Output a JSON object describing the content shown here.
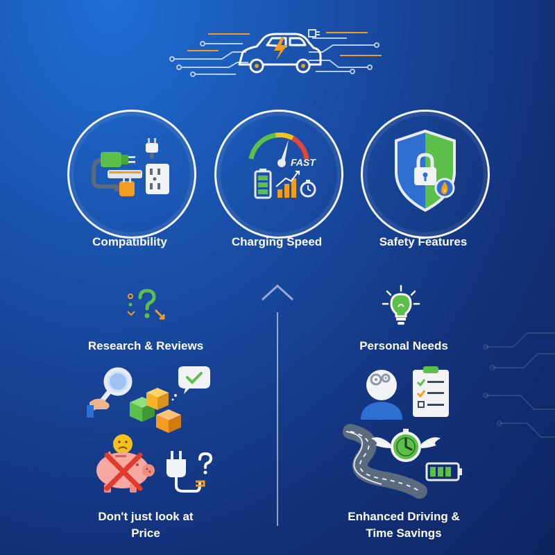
{
  "header": {
    "icon": "electric-car-circuit-icon",
    "bolt_color": "#f39c1f"
  },
  "features": [
    {
      "label": "Compatibility",
      "icon": "plug-adapters-icon"
    },
    {
      "label": "Charging Speed",
      "icon": "speedometer-fast-icon",
      "gauge_text": "FAST"
    },
    {
      "label": "Safety Features",
      "icon": "shield-lock-icon"
    }
  ],
  "left_column": {
    "research": {
      "label": "Research & Reviews",
      "icon": "question-marks-icon"
    },
    "review_illustration": "magnifier-boxes-check-icon",
    "price": {
      "label_line1": "Don't just look at",
      "label_line2": "Price"
    },
    "price_illustration": "piggy-bank-cross-plug-icon"
  },
  "right_column": {
    "needs": {
      "label": "Personal Needs",
      "icon": "lightbulb-icon"
    },
    "needs_illustration": "person-gears-checklist-icon",
    "savings": {
      "label_line1": "Enhanced Driving &",
      "label_line2": "Time Savings"
    },
    "savings_illustration": "road-winged-stopwatch-battery-icon"
  },
  "colors": {
    "accent_orange": "#f39c1f",
    "accent_green": "#5cbf4a",
    "accent_blue": "#2f6fd1",
    "line_white": "#ffffff"
  }
}
